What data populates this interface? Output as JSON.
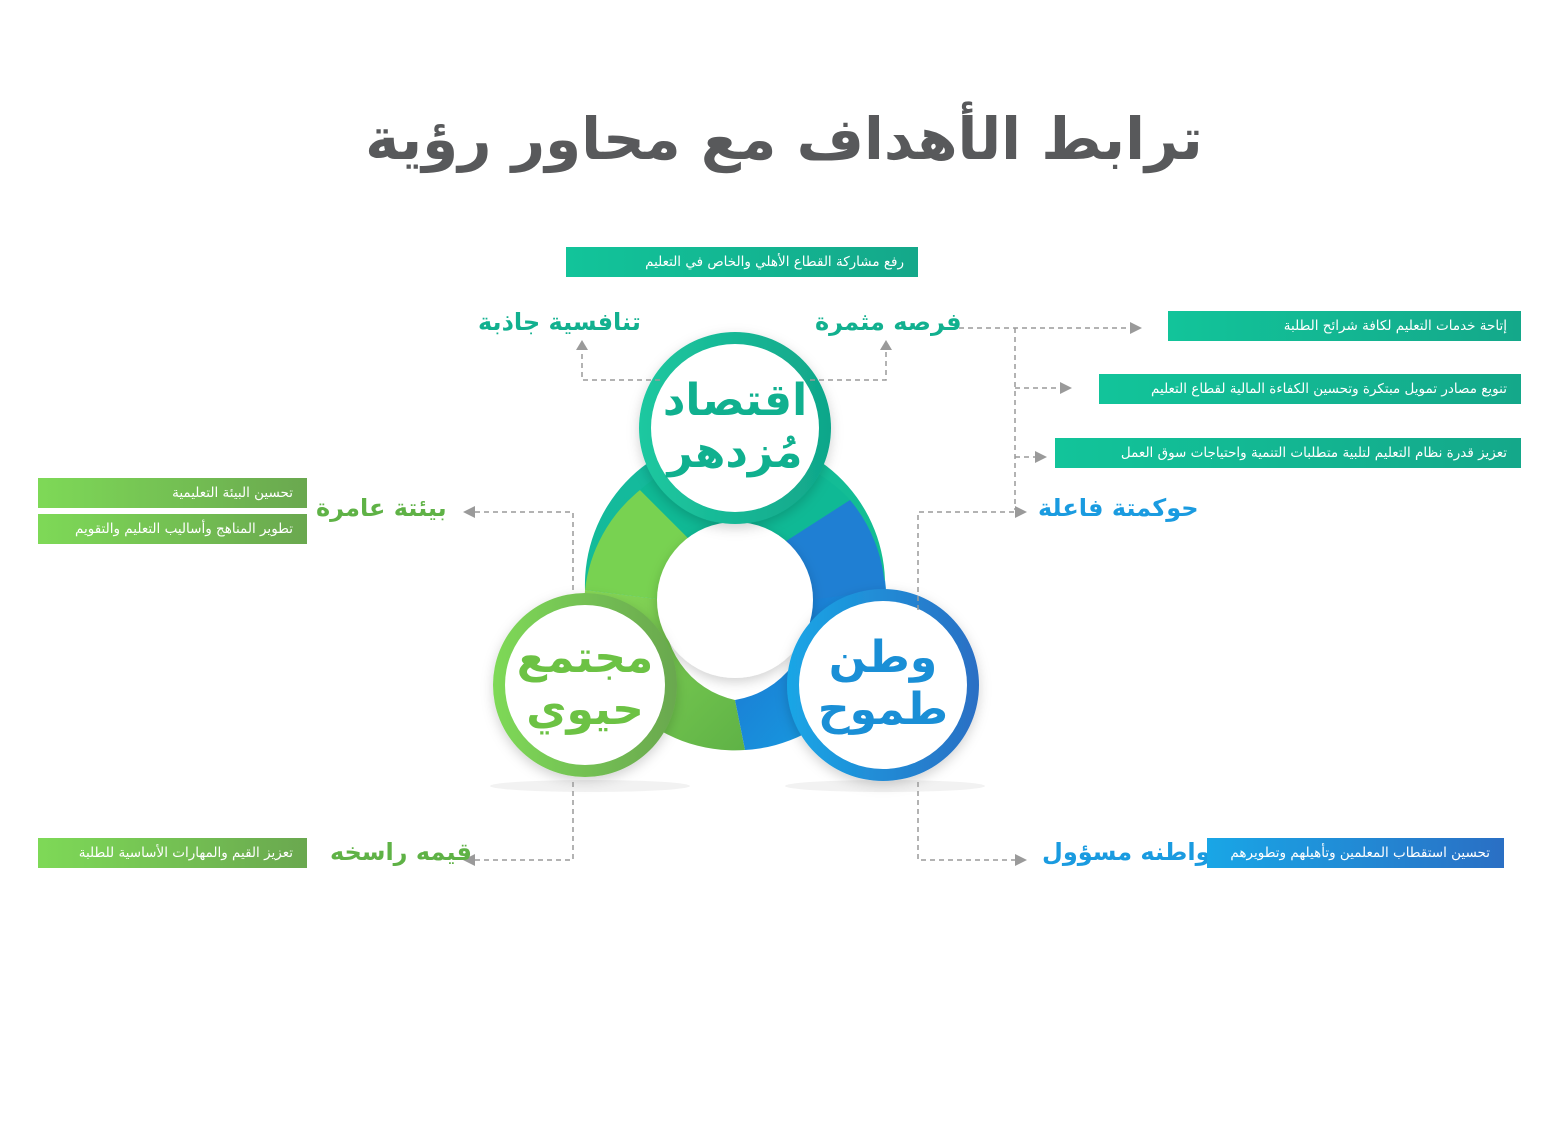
{
  "title": "ترابط الأهداف مع محاور رؤية",
  "colors": {
    "teal": "#1abc9c",
    "teal_dark": "#16a085",
    "green": "#72c744",
    "green_dark": "#6aa84f",
    "blue": "#1c9fe0",
    "blue_dark": "#1e6fbf",
    "title": "#58595b",
    "arrow": "#9a9a9a"
  },
  "pillars": {
    "economy": {
      "line1": "اقتصاد",
      "line2": "مُزدهر"
    },
    "society": {
      "line1": "مجتمع",
      "line2": "حيوي"
    },
    "nation": {
      "line1": "وطن",
      "line2": "طموح"
    }
  },
  "themes": {
    "competitiveness": "تنافسية جاذبة",
    "opportunities": "فرصه مثمرة",
    "governance": "حوكمتة فاعلة",
    "environment": "بيئتة عامرة",
    "values": "قيمه راسخه",
    "citizen": "مواطنه مسؤول"
  },
  "objectives": {
    "private_sector": "رفع مشاركة القطاع الأهلي والخاص في التعليم",
    "access": "إتاحة خدمات التعليم لكافة شرائح الطلبة",
    "funding": "تنويع مصادر تمويل مبتكرة وتحسين الكفاءة المالية لقطاع التعليم",
    "labor_market": "تعزيز قدرة نظام التعليم لتلبية متطلبات التنمية واحتياجات سوق العمل",
    "learning_env": "تحسين البيئة التعليمية",
    "curricula": "تطوير المناهج وأساليب التعليم والتقويم",
    "values_skills": "تعزيز القيم والمهارات الأساسية للطلبة",
    "teachers": "تحسين استقطاب المعلمين وتأهيلهم وتطويرهم"
  }
}
